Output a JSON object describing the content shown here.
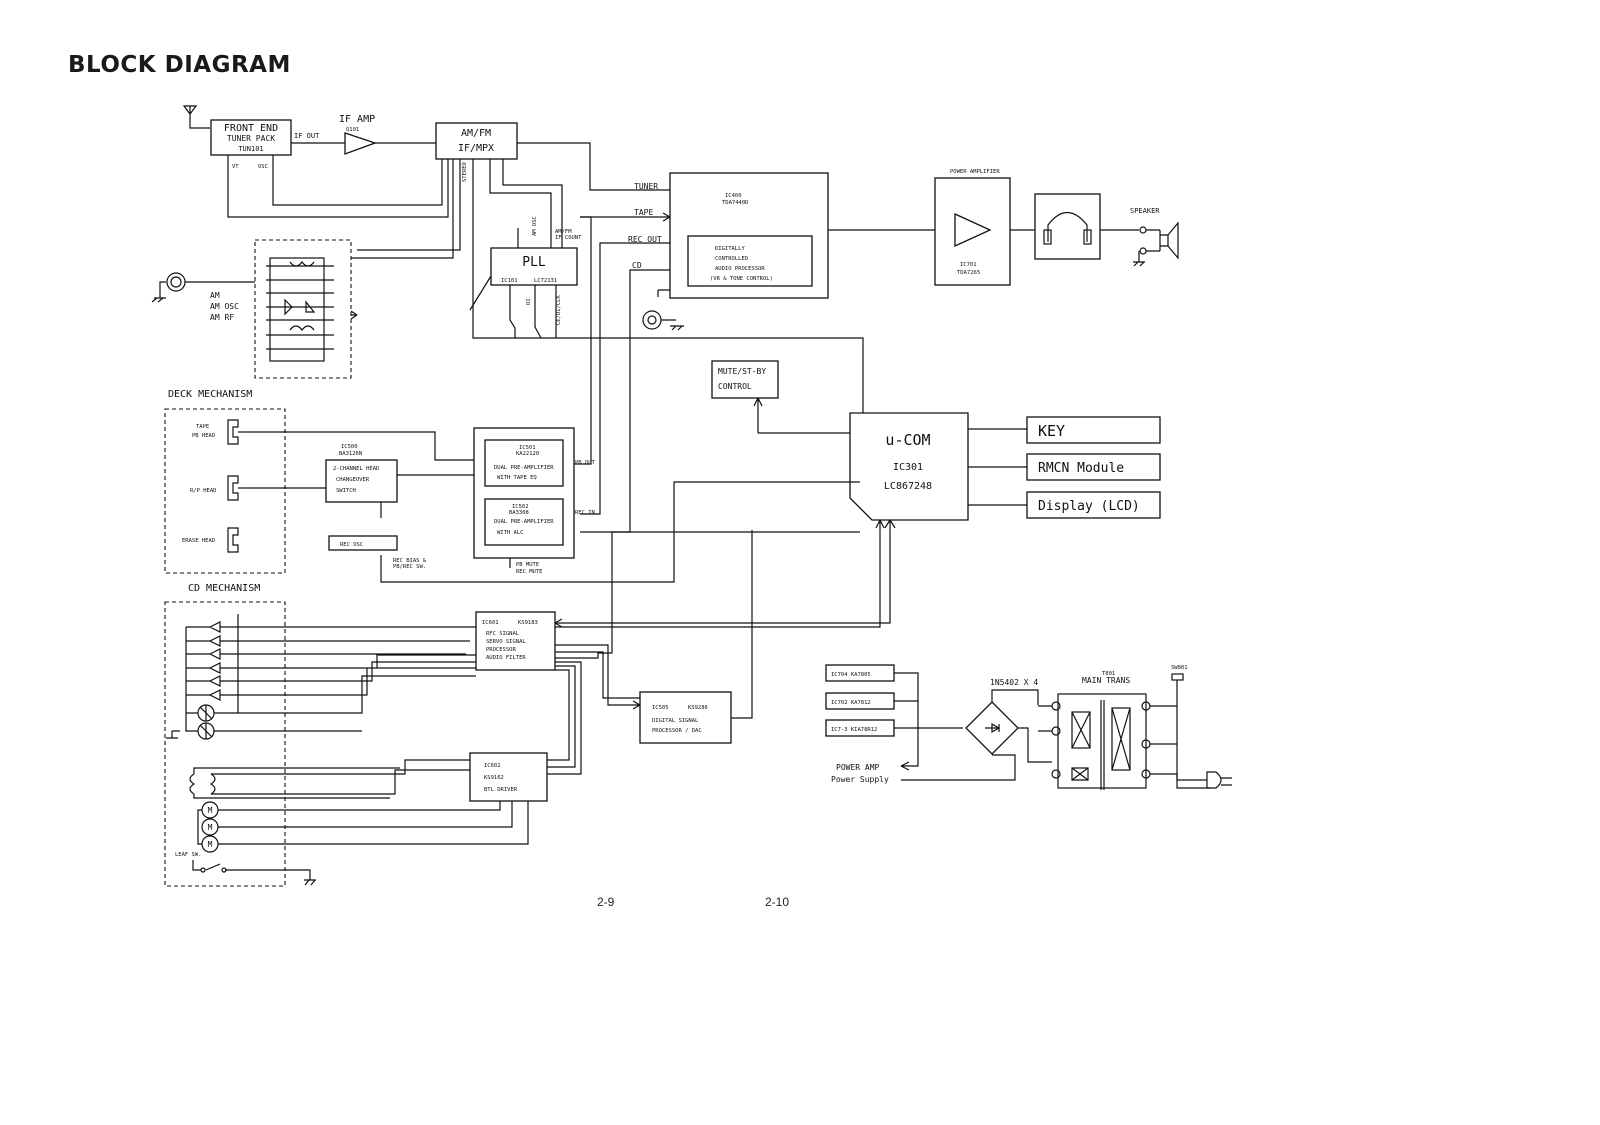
{
  "page": {
    "title": "BLOCK DIAGRAM",
    "page_left": "2-9",
    "page_right": "2-10"
  },
  "tuner": {
    "front_end": [
      "FRONT END",
      "TUNER PACK",
      "TUN101"
    ],
    "if_out": "IF OUT",
    "vt": "VT",
    "osc": "OSC",
    "if_amp": "IF AMP",
    "if_amp_ref": "Q101",
    "amfm": [
      "AM/FM",
      "IF/MPX"
    ],
    "stereo": "STEREO",
    "am_osc": "AM OSC",
    "am_fm_if_count": [
      "AM/FM",
      "IF COUNT"
    ],
    "pll": "PLL",
    "pll_ic": "IC101",
    "pll_part": "LC72131",
    "di": "DI",
    "ce_do_clk": "CE/DI/CLK",
    "am_labels": [
      "AM",
      "AM OSC",
      "AM RF"
    ]
  },
  "audio": {
    "tuner": "TUNER",
    "tape": "TAPE",
    "rec_out": "REC OUT",
    "cd": "CD",
    "ic400": [
      "IC400",
      "TDA7440D"
    ],
    "dcp": [
      "DIGITALLY",
      "CONTROLLED",
      "AUDIO PROCESSOR",
      "(VR & TONE CONTROL)"
    ],
    "power_amp_title": "POWER AMPLIFIER",
    "ic701": [
      "IC701",
      "TDA7265"
    ],
    "speaker": "SPEAKER"
  },
  "control": {
    "mute": [
      "MUTE/ST-BY",
      "CONTROL"
    ],
    "ucom": [
      "u-COM",
      "IC301",
      "LC867248"
    ],
    "key": "KEY",
    "rmcn": "RMCN Module",
    "display": "Display (LCD)"
  },
  "deck": {
    "title": "DECK MECHANISM",
    "heads": [
      [
        "TAPE",
        "PB HEAD"
      ],
      [
        "R/P HEAD"
      ],
      [
        "ERASE HEAD"
      ]
    ],
    "ic500": [
      "IC500",
      "BA3126N"
    ],
    "changeover": [
      "2-CHANNEL HEAD",
      "CHANGEOVER",
      "SWITCH"
    ],
    "rec_osc": "REC OSC",
    "rec_bias": [
      "REC BIAS &",
      "PB/REC SW."
    ],
    "ic501": [
      "IC501",
      "KA22120"
    ],
    "preamp1": [
      "DUAL PRE-AMPLIFIER",
      "WITH TAPE EQ"
    ],
    "ic502": [
      "IC502",
      "BA3308"
    ],
    "preamp2": [
      "DUAL PRE-AMPLIFIER",
      "WITH ALC"
    ],
    "pb_out": "PB OUT",
    "rec_in": "REC IN",
    "mutes": [
      "PB MUTE",
      "REC MUTE"
    ]
  },
  "cd": {
    "title": "CD MECHANISM",
    "ic601": [
      "IC601",
      "KS9183",
      "RFC SIGNAL",
      "SERVO SIGNAL",
      "PROCESSOR",
      "AUDIO FILTER"
    ],
    "ic505": [
      "IC505",
      "KS9286",
      "DIGITAL SIGNAL",
      "PROCESSOR / DAC"
    ],
    "ic602": [
      "IC602",
      "KS9162",
      "BTL DRIVER"
    ],
    "motor": "M",
    "leaf_sw": "LEAF SW."
  },
  "power": {
    "regs": [
      "IC704  KA7805",
      "IC702  KA7812",
      "IC7-3  KIA78R12"
    ],
    "diodes": "1N5402 X 4",
    "trans": [
      "T801",
      "MAIN TRANS"
    ],
    "sw": "SW801",
    "power_amp_supply": [
      "POWER AMP",
      "Power Supply"
    ]
  }
}
